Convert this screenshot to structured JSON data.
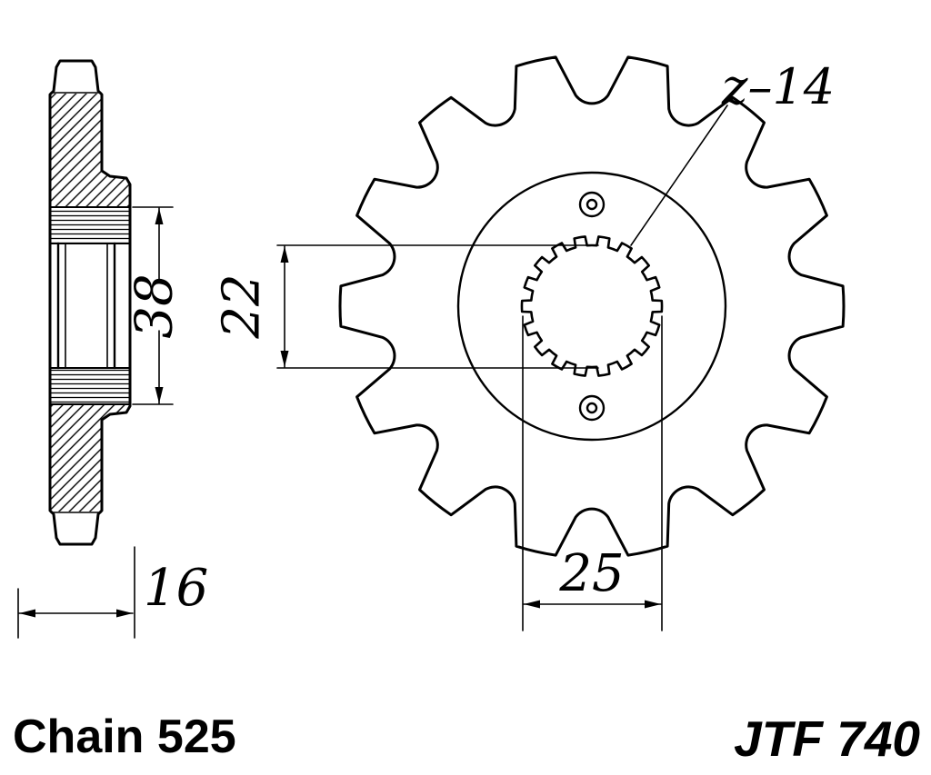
{
  "drawing": {
    "chain_label": "Chain 525",
    "part_label": "JTF 740",
    "teeth_label": "z–14",
    "dim_hub_length": "38",
    "dim_width": "16",
    "dim_bore_minor": "22",
    "dim_bore_major": "25"
  },
  "sprocket": {
    "teeth_count": 14,
    "spline_count": 18
  },
  "colors": {
    "line": "#000000",
    "background": "#ffffff"
  }
}
